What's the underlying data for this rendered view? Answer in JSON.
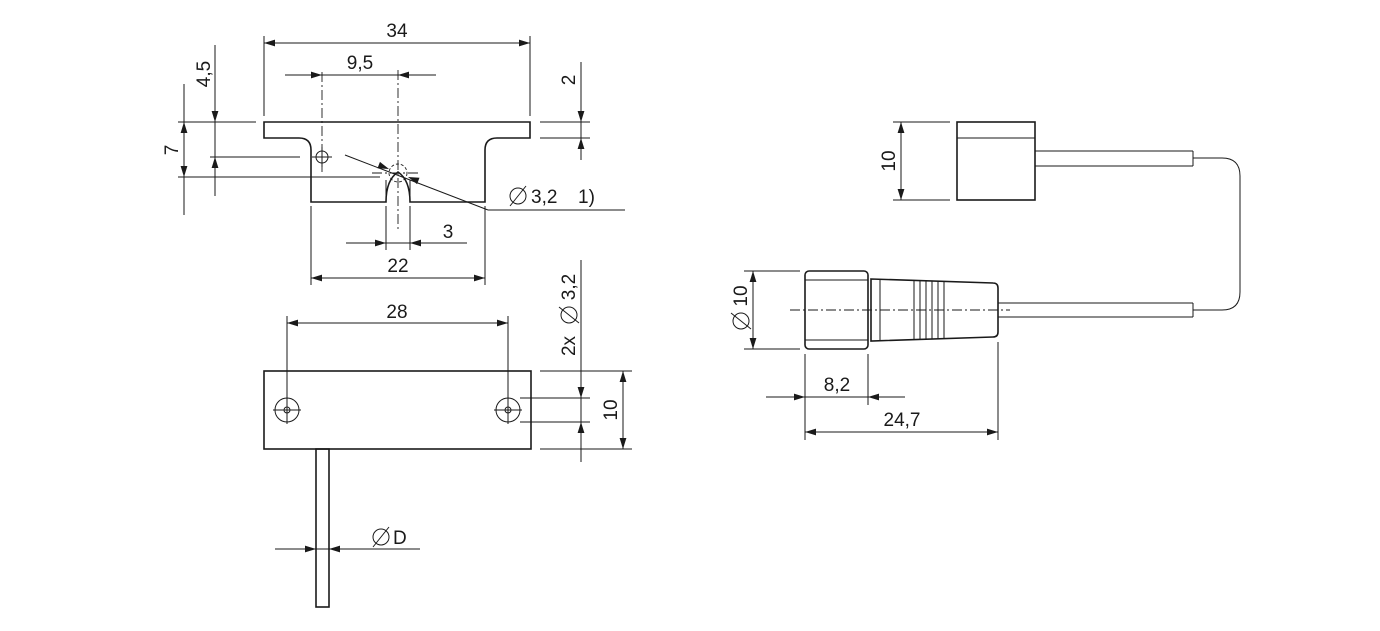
{
  "labels": {
    "d34": "34",
    "d9_5": "9,5",
    "d4_5": "4,5",
    "d2": "2",
    "d7": "7",
    "hole_dia": "3,2",
    "note": "1)",
    "d3": "3",
    "d22": "22",
    "d28": "28",
    "holes_qty": "2x",
    "holes_dia": "3,2",
    "d10_front": "10",
    "cable_dia": "D",
    "d10_box": "10",
    "conn_dia": "10",
    "d8_2": "8,2",
    "d24_7": "24,7"
  }
}
